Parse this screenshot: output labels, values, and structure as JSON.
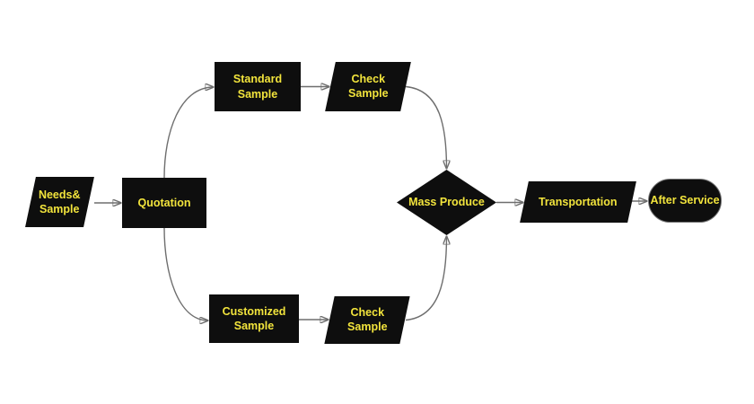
{
  "diagram": {
    "type": "flowchart",
    "background": "#ffffff",
    "colors": {
      "node_fill": "#0e0e0e",
      "label_text": "#f2e43c",
      "connector_line": "#6e6e6e",
      "arrowhead": "#141414"
    },
    "nodes": [
      {
        "id": "needs-sample",
        "shape": "parallelogram",
        "label": "Needs&\nSample"
      },
      {
        "id": "quotation",
        "shape": "rectangle",
        "label": "Quotation"
      },
      {
        "id": "standard-sample",
        "shape": "rectangle",
        "label": "Standard\nSample"
      },
      {
        "id": "check-sample-top",
        "shape": "parallelogram",
        "label": "Check\nSample"
      },
      {
        "id": "customized-sample",
        "shape": "rectangle",
        "label": "Customized\nSample"
      },
      {
        "id": "check-sample-bottom",
        "shape": "parallelogram",
        "label": "Check\nSample"
      },
      {
        "id": "mass-produce",
        "shape": "diamond",
        "label": "Mass Produce"
      },
      {
        "id": "transportation",
        "shape": "parallelogram",
        "label": "Transportation"
      },
      {
        "id": "after-service",
        "shape": "terminator",
        "label": "After Service"
      }
    ],
    "edges": [
      {
        "from": "needs-sample",
        "to": "quotation"
      },
      {
        "from": "quotation",
        "to": "standard-sample"
      },
      {
        "from": "quotation",
        "to": "customized-sample"
      },
      {
        "from": "standard-sample",
        "to": "check-sample-top"
      },
      {
        "from": "customized-sample",
        "to": "check-sample-bottom"
      },
      {
        "from": "check-sample-top",
        "to": "mass-produce"
      },
      {
        "from": "check-sample-bottom",
        "to": "mass-produce"
      },
      {
        "from": "mass-produce",
        "to": "transportation"
      },
      {
        "from": "transportation",
        "to": "after-service"
      }
    ]
  }
}
